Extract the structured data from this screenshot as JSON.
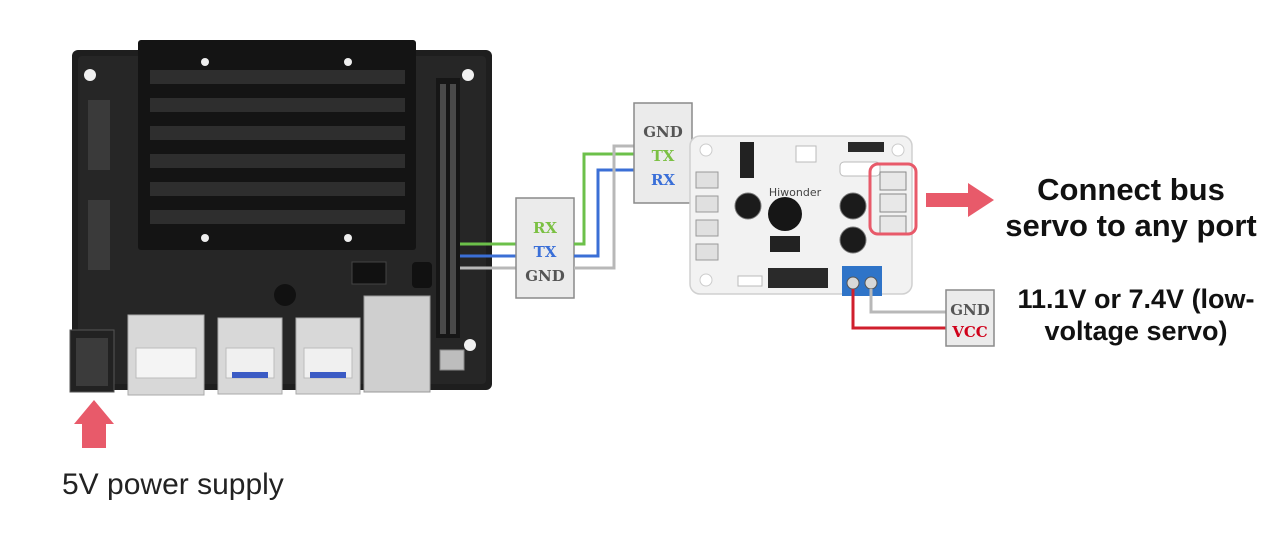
{
  "board_interface": {
    "rx": "RX",
    "tx": "TX",
    "gnd": "GND"
  },
  "controller_interface": {
    "gnd": "GND",
    "tx": "TX",
    "rx": "RX"
  },
  "power_terminal": {
    "gnd": "GND",
    "vcc": "VCC"
  },
  "controller_brand": "Hiwonder",
  "captions": {
    "servo_port": "Connect bus servo to any port",
    "voltage": "11.1V or 7.4V (low-voltage servo)",
    "power_supply": "5V power supply"
  },
  "colors": {
    "rx": "#7bc043",
    "tx": "#3a6fd8",
    "gnd": "#555555",
    "vcc": "#d0021b",
    "arrow": "#e85a6a",
    "highlight": "#e85a6a",
    "wire_rx": "#6cc04a",
    "wire_tx": "#3b6fd6",
    "wire_gnd": "#b8b8b8",
    "wire_vcc": "#d01f2d"
  }
}
